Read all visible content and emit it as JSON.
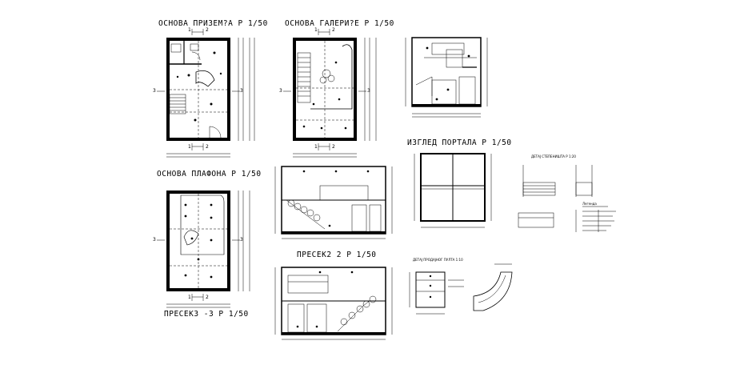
{
  "sheet": {
    "background": "#ffffff",
    "ink": "#000000"
  },
  "titles": {
    "ground_floor_plan": "ОСНОВА ПРИЗЕМ?А   Р  1/50",
    "gallery_plan": "ОСНОВА  ГАЛЕРИ?Е   Р  1/50",
    "ceiling_plan": "ОСНОВА  ПЛАФОНА   Р  1/50",
    "section_3": "ПРЕСЕКЗ -З Р  1/50",
    "section_2": "ПРЕСЕК2  2   Р  1/50",
    "portal_elevation": "ИЗГЛЕД  ПОРТАЛА   Р  1/50",
    "stair_detail": "ДЕТАЈ СТЕПЕНИШТА  Р 1:20",
    "counter_detail": "ДЕТАЈ ПРОДАЈНОГ ПУЛТА 1:10",
    "legend_heading": "Легенда"
  },
  "section_markers": {
    "mark_1": "1",
    "mark_2": "2",
    "mark_3": "3"
  }
}
